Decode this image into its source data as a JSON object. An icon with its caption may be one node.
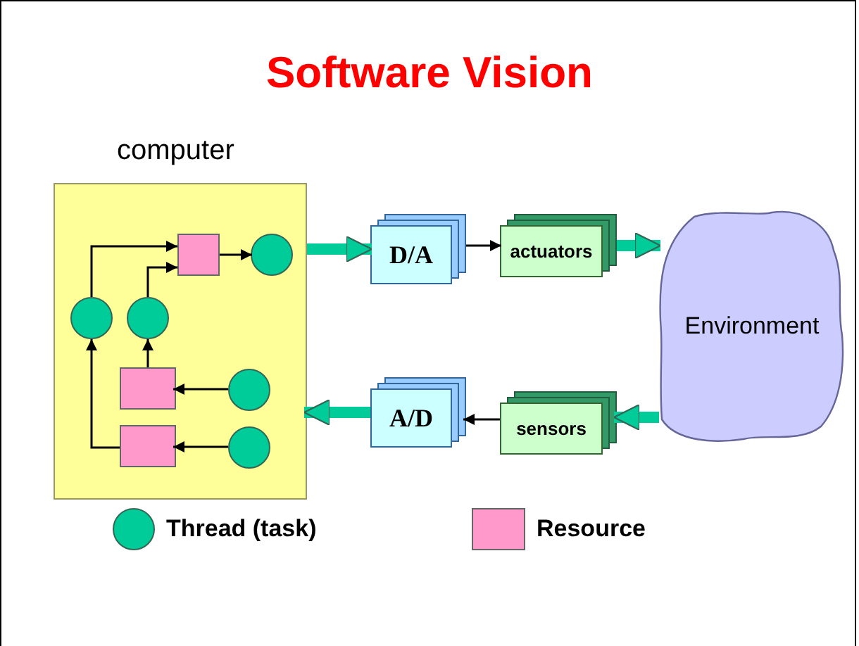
{
  "diagram": {
    "title": "Software Vision",
    "nodes": [
      {
        "text": [
          "computer"
        ]
      },
      {
        "text": [],
        "shape": "box",
        "in": 0
      },
      {
        "text": [],
        "shape": "circle",
        "in": 0
      },
      {
        "text": [],
        "shape": "circle",
        "in": 0
      },
      {
        "text": [],
        "shape": "circle",
        "in": 0
      },
      {
        "text": [],
        "shape": "box",
        "in": 0
      },
      {
        "text": [],
        "shape": "circle",
        "in": 0
      },
      {
        "text": [],
        "shape": "box",
        "in": 0
      },
      {
        "text": [],
        "shape": "circle",
        "in": 0
      },
      {
        "text": [
          "D/A"
        ]
      },
      {
        "text": [
          "actuators"
        ]
      },
      {
        "text": [
          "Environment"
        ]
      },
      {
        "text": [
          "sensors"
        ]
      },
      {
        "text": [
          "A/D"
        ]
      }
    ],
    "edges": [
      {
        "from": 3,
        "to": 1,
        "arrow": "to"
      },
      {
        "from": 4,
        "to": 1,
        "arrow": "to"
      },
      {
        "from": 1,
        "to": 2,
        "arrow": "to"
      },
      {
        "from": 5,
        "to": 4,
        "arrow": "to"
      },
      {
        "from": 6,
        "to": 5,
        "arrow": "to"
      },
      {
        "from": 7,
        "to": 3,
        "arrow": "to"
      },
      {
        "from": 8,
        "to": 7,
        "arrow": "to"
      },
      {
        "from": 0,
        "to": 9,
        "arrow": "to",
        "style": "thick",
        "color": "#00cc99"
      },
      {
        "from": 9,
        "to": 10,
        "arrow": "to"
      },
      {
        "from": 10,
        "to": 11,
        "arrow": "to",
        "style": "thick",
        "color": "#00cc99"
      },
      {
        "from": 11,
        "to": 12,
        "arrow": "to",
        "style": "thick",
        "color": "#00cc99"
      },
      {
        "from": 12,
        "to": 13,
        "arrow": "to"
      },
      {
        "from": 13,
        "to": 0,
        "arrow": "to",
        "style": "thick",
        "color": "#00cc99"
      }
    ],
    "legend": [
      {
        "text": "Thread (task)"
      },
      {
        "text": "Resource",
        "color": "#ff99cc"
      }
    ]
  }
}
